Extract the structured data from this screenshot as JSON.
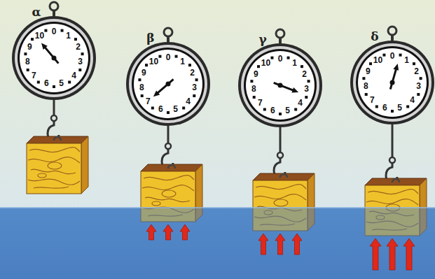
{
  "diagram": {
    "nodes": [
      {
        "text": [
          "α",
          "0",
          "1",
          "2",
          "3",
          "4",
          "5",
          "6",
          "7",
          "8",
          "9",
          "10"
        ]
      },
      {
        "text": [
          "β",
          "0",
          "1",
          "2",
          "3",
          "4",
          "5",
          "6",
          "7",
          "8",
          "9",
          "10"
        ]
      },
      {
        "text": [
          "γ",
          "0",
          "1",
          "2",
          "3",
          "4",
          "5",
          "6",
          "7",
          "8",
          "9",
          "10"
        ]
      },
      {
        "text": [
          "δ",
          "0",
          "1",
          "2",
          "3",
          "4",
          "5",
          "6",
          "7",
          "8",
          "9",
          "10"
        ]
      }
    ]
  }
}
